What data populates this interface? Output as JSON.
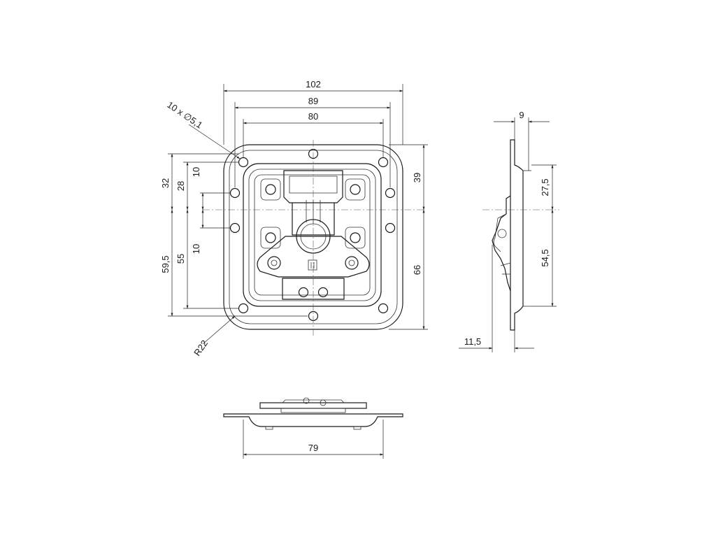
{
  "front_view": {
    "dims_top": {
      "overall": "102",
      "middle": "89",
      "inner": "80"
    },
    "holes_note": "10 x ∅5,1",
    "dims_left": {
      "a": "32",
      "b": "28",
      "c": "10",
      "d": "59,5",
      "e": "55",
      "f": "10"
    },
    "dims_right": {
      "upper": "39",
      "lower": "66"
    },
    "radius_note": "R22"
  },
  "side_view": {
    "thickness": "9",
    "upper": "27,5",
    "lower": "54,5",
    "offset": "11,5"
  },
  "bottom_view": {
    "width": "79"
  }
}
